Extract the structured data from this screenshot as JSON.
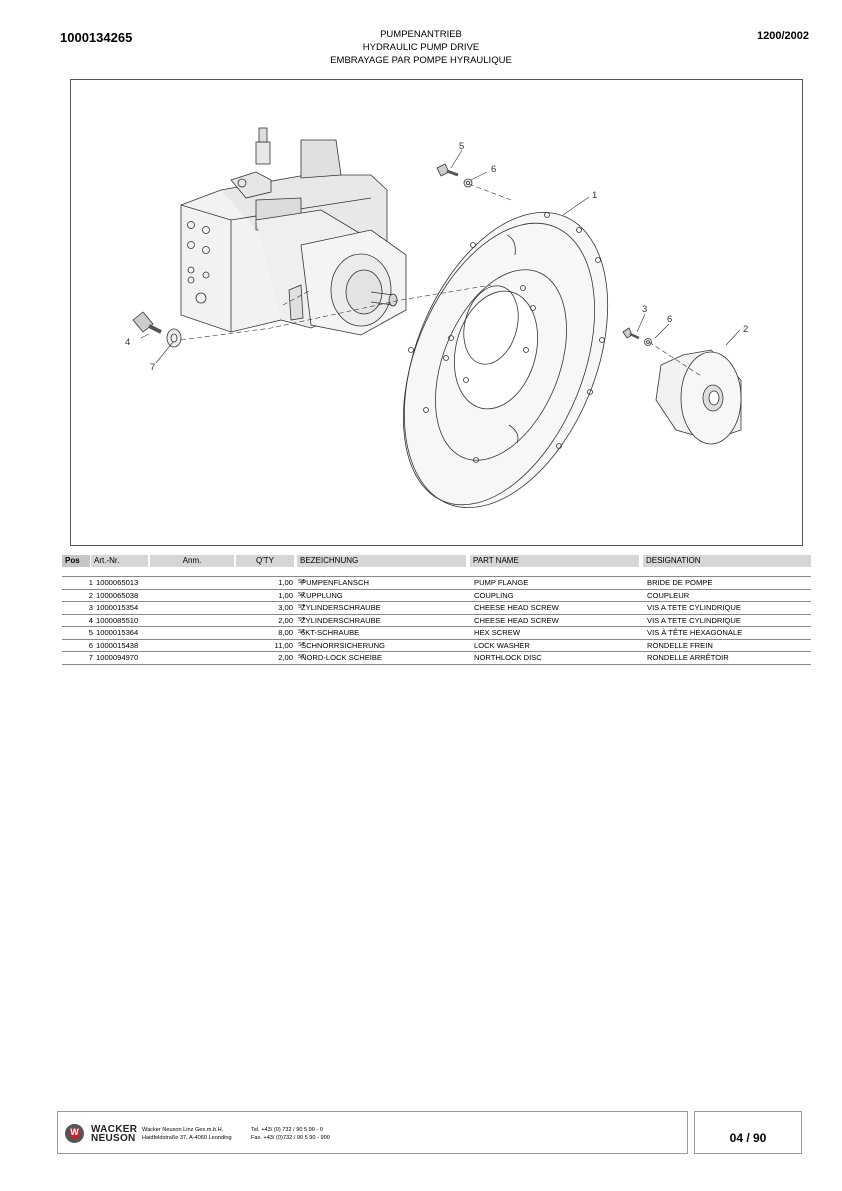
{
  "header": {
    "doc_number": "1000134265",
    "title_de": "PUMPENANTRIEB",
    "title_en": "HYDRAULIC PUMP DRIVE",
    "title_fr": "EMBRAYAGE PAR POMPE HYRAULIQUE",
    "date": "1200/2002"
  },
  "diagram": {
    "callouts": [
      "1",
      "2",
      "3",
      "4",
      "5",
      "6",
      "6",
      "7"
    ]
  },
  "table": {
    "headers": {
      "pos": "Pos",
      "art": "Art.-Nr.",
      "anm": "Anm.",
      "qty": "Q'TY",
      "de": "BEZEICHNUNG",
      "en": "PART NAME",
      "fr": "DESIGNATION"
    },
    "rows": [
      {
        "pos": "1",
        "art": "1000065013",
        "qty": "1,00",
        "unit": "ST",
        "de": "PUMPENFLANSCH",
        "en": "PUMP FLANGE",
        "fr": "BRIDE DE POMPE"
      },
      {
        "pos": "2",
        "art": "1000065038",
        "qty": "1,00",
        "unit": "ST",
        "de": "KUPPLUNG",
        "en": "COUPLING",
        "fr": "COUPLEUR"
      },
      {
        "pos": "3",
        "art": "1000015354",
        "qty": "3,00",
        "unit": "ST",
        "de": "ZYLINDERSCHRAUBE",
        "en": "CHEESE HEAD SCREW",
        "fr": "VIS A TETE CYLINDRIQUE"
      },
      {
        "pos": "4",
        "art": "1000085510",
        "qty": "2,00",
        "unit": "ST",
        "de": "ZYLINDERSCHRAUBE",
        "en": "CHEESE HEAD SCREW",
        "fr": "VIS A TETE CYLINDRIQUE"
      },
      {
        "pos": "5",
        "art": "1000015364",
        "qty": "8,00",
        "unit": "ST",
        "de": "6KT-SCHRAUBE",
        "en": "HEX SCREW",
        "fr": "VIS À TÊTE HEXAGONALE"
      },
      {
        "pos": "6",
        "art": "1000015438",
        "qty": "11,00",
        "unit": "ST",
        "de": "SCHNORRSICHERUNG",
        "en": "LOCK WASHER",
        "fr": "RONDELLE FREIN"
      },
      {
        "pos": "7",
        "art": "1000094970",
        "qty": "2,00",
        "unit": "ST",
        "de": "NORD-LOCK SCHEIBE",
        "en": "NORTHLOCK DISC",
        "fr": "RONDELLE ARRÊTOIR"
      }
    ]
  },
  "footer": {
    "logo_letter": "W",
    "brand_line1": "WACKER",
    "brand_line2": "NEUSON",
    "company_line1": "Wacker Neuson Linz  Ges.m.b.H.",
    "company_line2": "Haidfeldstraße 37, A-4060 Leonding",
    "tel": "Tel. +43/ (0) 732 / 90 5 90 - 0",
    "fax": "Fax. +43/ (0)732 / 90 5 90 - 900",
    "page": "04 / 90"
  }
}
